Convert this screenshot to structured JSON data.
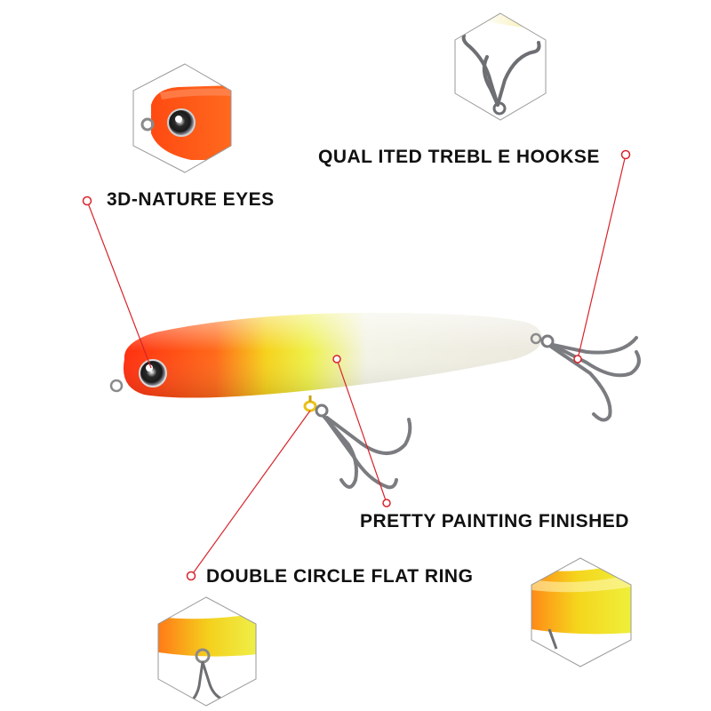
{
  "callouts": {
    "hooks": "QUAL ITED TREBL E HOOKSE",
    "eyes": "3D-NATURE EYES",
    "paint": "PRETTY PAINTING FINISHED",
    "ring": "DOUBLE CIRCLE FLAT RING"
  },
  "colors": {
    "callout_line": "#d8232a",
    "lure_head": "#ff3b14",
    "lure_mid": "#f4e21e",
    "lure_tail": "#f2f0ea",
    "hook_metal": "#7a7c80"
  }
}
